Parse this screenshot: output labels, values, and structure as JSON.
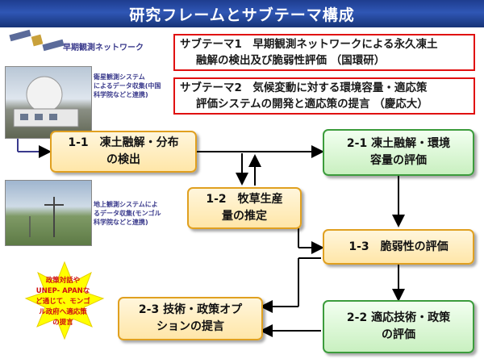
{
  "title": "研究フレームとサブテーマ構成",
  "sources": {
    "satellite_network_label": "早期観測ネットワーク",
    "satellite_caption": [
      "衛星観測システム",
      "によるデータ収集(中国",
      "科学院などと連携)"
    ],
    "ground_caption": [
      "地上観測システムによ",
      "るデータ収集(モンゴル",
      "科学院などと連携)"
    ]
  },
  "subthemes": [
    {
      "line1": "サブテーマ1　早期観測ネットワークによる永久凍土",
      "line2": "融解の検出及び脆弱性評価 （国環研）"
    },
    {
      "line1": "サブテーマ2　気候変動に対する環境容量・適応策",
      "line2": "評価システムの開発と適応策の提言 （慶応大）"
    }
  ],
  "boxes": {
    "b11": [
      "1-1　凍土融解・分布",
      "の検出"
    ],
    "b21": [
      "2-1 凍土融解・環境",
      "容量の評価"
    ],
    "b12": [
      "1-2　牧草生産",
      "量の推定"
    ],
    "b13": [
      "1-3　脆弱性の評価"
    ],
    "b23": [
      "2-3 技術・政策オプ",
      "ションの提言"
    ],
    "b22": [
      "2-2 適応技術・政策",
      "の評価"
    ]
  },
  "policy_note": [
    "政策対話や",
    "UNEP- APANな",
    "ど通じて、モンゴ",
    "ル政府へ適応策",
    "の提言"
  ],
  "colors": {
    "title_bg": "#2f56b5",
    "subtheme_border": "#e01010",
    "orange_border": "#e0a020",
    "green_border": "#3c9c3c",
    "star": "#ffff00"
  }
}
